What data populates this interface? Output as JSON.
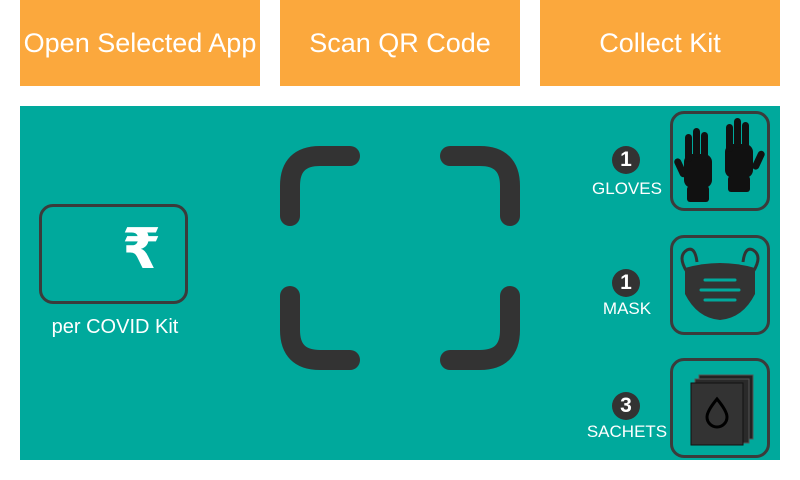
{
  "toolbar": {
    "open_app_label": "Open Selected App",
    "scan_qr_label": "Scan QR Code",
    "collect_kit_label": "Collect Kit"
  },
  "price": {
    "currency_symbol": "₹",
    "amount": "",
    "caption": "per COVID Kit"
  },
  "kit_items": [
    {
      "count": "1",
      "label": "GLOVES",
      "icon": "gloves-icon"
    },
    {
      "count": "1",
      "label": "MASK",
      "icon": "mask-icon"
    },
    {
      "count": "3",
      "label": "SACHETS",
      "icon": "sachets-icon"
    }
  ],
  "colors": {
    "button_orange": "#fba83d",
    "panel_teal": "#00a99c",
    "dark_outline": "#3b3b3b"
  }
}
